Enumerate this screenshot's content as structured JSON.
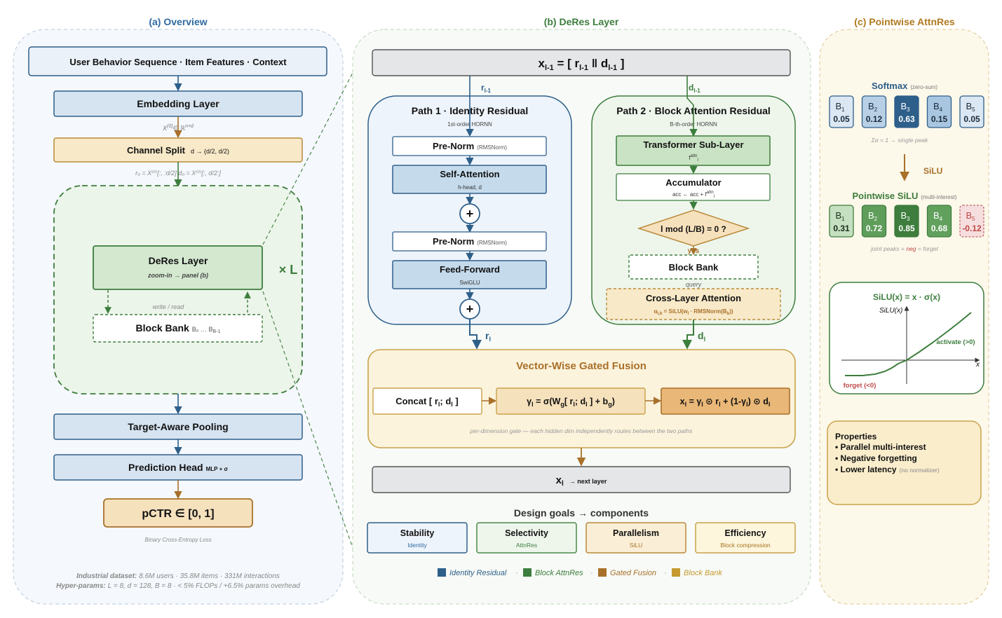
{
  "titles": {
    "a": "(a) Overview",
    "b": "(b) DeRes Layer",
    "c": "(c) Pointwise AttnRes"
  },
  "overview": {
    "input": "User Behavior Sequence · Item Features · Context",
    "embedding": "Embedding Layer",
    "emb_note_x": "X",
    "emb_note_sup": "(0)",
    "emb_note_rest": "∈ ℝ",
    "emb_note_dim": "n×d",
    "channel_split": "Channel Split",
    "channel_split_sub": "d → (d/2, d/2)",
    "split_note": "r₀ = X⁽⁰⁾[:, :d/2]   d₀ = X⁽⁰⁾[:, d/2:]",
    "deres_title": "DeRes Layer",
    "deres_sub": "zoom-in → panel (b)",
    "times_l": "× L",
    "write_read": "write / read",
    "block_bank": "Block Bank",
    "block_bank_sub": "B₀ … B_{B-1}",
    "target_pool": "Target-Aware Pooling",
    "pred_head": "Prediction Head",
    "pred_head_sub": "MLP + σ",
    "pctr": "pCTR ∈ [0, 1]",
    "bce": "Binary Cross-Entropy Loss",
    "dataset_label": "Industrial dataset:",
    "dataset_text": "8.6M users · 35.8M items · 331M interactions",
    "hyper_label": "Hyper-params:",
    "hyper_text": "L = 8, d = 128, B = 8 ·  < 5% FLOPs / +6.5% params overhead"
  },
  "deres": {
    "x_main": "x",
    "x_sub": "l-1",
    "x_eq": " = [ r",
    "x_sub2": "l-1",
    "x_mid": " ǁ d",
    "x_sub3": "l-1",
    "x_end": " ]",
    "r_in": "r",
    "r_in_sub": "l-1",
    "d_in": "d",
    "d_in_sub": "l-1",
    "path1_title": "Path 1 · Identity Residual",
    "path1_sub": "1st-order HORNN",
    "prenorm": "Pre-Norm",
    "rmsnorm": "(RMSNorm)",
    "self_attn": "Self-Attention",
    "self_attn_sub": "h-head, d",
    "plus": "+",
    "prenorm2": "Pre-Norm",
    "rmsnorm2": "(RMSNorm)",
    "ffn": "Feed-Forward",
    "ffn_sub": "SwiGLU",
    "r_out": "r",
    "r_out_sub": "l",
    "path2_title": "Path 2 · Block Attention Residual",
    "path2_sub": "B-th-order HORNN",
    "transformer": "Transformer Sub-Layer",
    "transformer_sub": "f^attn_l",
    "accumulator": "Accumulator",
    "accumulator_sub": "acc ← acc + f^attn_l",
    "condition": "l mod (L/B) = 0 ?",
    "yes": "yes",
    "block_bank": "Block Bank",
    "query": "query",
    "cross_layer": "Cross-Layer Attention",
    "cross_layer_sub": "α_{l,b} = SiLU(w_l · RMSNorm(B_b))",
    "d_out": "d",
    "d_out_sub": "l",
    "fusion_title": "Vector-Wise Gated Fusion",
    "concat": "Concat [ r_l; d_l ]",
    "gamma": "γ_l = σ(W_g[ r_l; d_l ] + b_g)",
    "xl_eq": "x_l = γ_l ⊙ r_l + (1-γ_l) ⊙ d_l",
    "fusion_note": "per-dimension gate — each hidden dim independently routes between the two paths",
    "x_out": "x",
    "x_out_sub": "l",
    "next_layer": "→ next layer",
    "design_goals": "Design goals → components",
    "goals": [
      {
        "title": "Stability",
        "sub": "Identity",
        "fill": "#eef4fb",
        "stroke": "#2e5f8a",
        "sub_color": "#2e6aa0"
      },
      {
        "title": "Selectivity",
        "sub": "AttnRes",
        "fill": "#eef6ec",
        "stroke": "#4a8a4a",
        "sub_color": "#3d7d3d"
      },
      {
        "title": "Parallelism",
        "sub": "SiLU",
        "fill": "#faeed6",
        "stroke": "#b98a3a",
        "sub_color": "#a57420"
      },
      {
        "title": "Efficiency",
        "sub": "Block compression",
        "fill": "#fdf5dc",
        "stroke": "#c9a24a",
        "sub_color": "#a57420"
      }
    ],
    "legend": [
      {
        "label": "Identity Residual",
        "color": "#2e5f8a"
      },
      {
        "label": "Block AttnRes",
        "color": "#3d7d3d"
      },
      {
        "label": "Gated Fusion",
        "color": "#a8702a"
      },
      {
        "label": "Block Bank",
        "color": "#c69a30"
      }
    ]
  },
  "attnres": {
    "softmax": "Softmax",
    "softmax_sub": "(zero-sum)",
    "softmax_cells": [
      {
        "label": "B",
        "sub": "1",
        "value": "0.05",
        "fill": "#dbe7f3",
        "stroke": "#2e5f8a",
        "text": "#1a2b3c"
      },
      {
        "label": "B",
        "sub": "2",
        "value": "0.12",
        "fill": "#b8d0e6",
        "stroke": "#2e5f8a",
        "text": "#1a2b3c"
      },
      {
        "label": "B",
        "sub": "3",
        "value": "0.63",
        "fill": "#2e5f8a",
        "stroke": "#2e5f8a",
        "text": "#ffffff"
      },
      {
        "label": "B",
        "sub": "4",
        "value": "0.15",
        "fill": "#a9c6e1",
        "stroke": "#2e5f8a",
        "text": "#1a2b3c"
      },
      {
        "label": "B",
        "sub": "5",
        "value": "0.05",
        "fill": "#dbe7f3",
        "stroke": "#2e5f8a",
        "text": "#1a2b3c"
      }
    ],
    "softmax_note": "Σα = 1 → single peak",
    "silu_label": "SiLU",
    "pointwise": "Pointwise SiLU",
    "pointwise_sub": "(multi-interest)",
    "silu_cells": [
      {
        "label": "B",
        "sub": "1",
        "value": "0.31",
        "fill": "#c4e0c0",
        "stroke": "#3d7d3d",
        "text": "#1a2b1a",
        "dashed": false
      },
      {
        "label": "B",
        "sub": "2",
        "value": "0.72",
        "fill": "#5e9d5a",
        "stroke": "#3d7d3d",
        "text": "#ffffff",
        "dashed": false
      },
      {
        "label": "B",
        "sub": "3",
        "value": "0.85",
        "fill": "#3d7d3d",
        "stroke": "#3d7d3d",
        "text": "#ffffff",
        "dashed": false
      },
      {
        "label": "B",
        "sub": "4",
        "value": "0.68",
        "fill": "#62a05e",
        "stroke": "#3d7d3d",
        "text": "#ffffff",
        "dashed": false
      },
      {
        "label": "B",
        "sub": "5",
        "value": "-0.12",
        "fill": "#f6dede",
        "stroke": "#c26a6a",
        "text": "#c04848",
        "dashed": true
      }
    ],
    "silu_note_a": "joint peaks + ",
    "silu_note_b": "neg",
    "silu_note_c": " = forget",
    "silu_eq": "SiLU(x) = x · σ(x)",
    "silu_axis_y": "SiLU(x)",
    "silu_axis_x": "x",
    "activate": "activate (>0)",
    "forget": "forget (<0)",
    "properties_title": "Properties",
    "properties": [
      {
        "text": "• Parallel multi-interest",
        "note": ""
      },
      {
        "text": "• Negative forgetting",
        "note": ""
      },
      {
        "text": "• Lower latency",
        "note": "(no normalizer)"
      }
    ]
  }
}
